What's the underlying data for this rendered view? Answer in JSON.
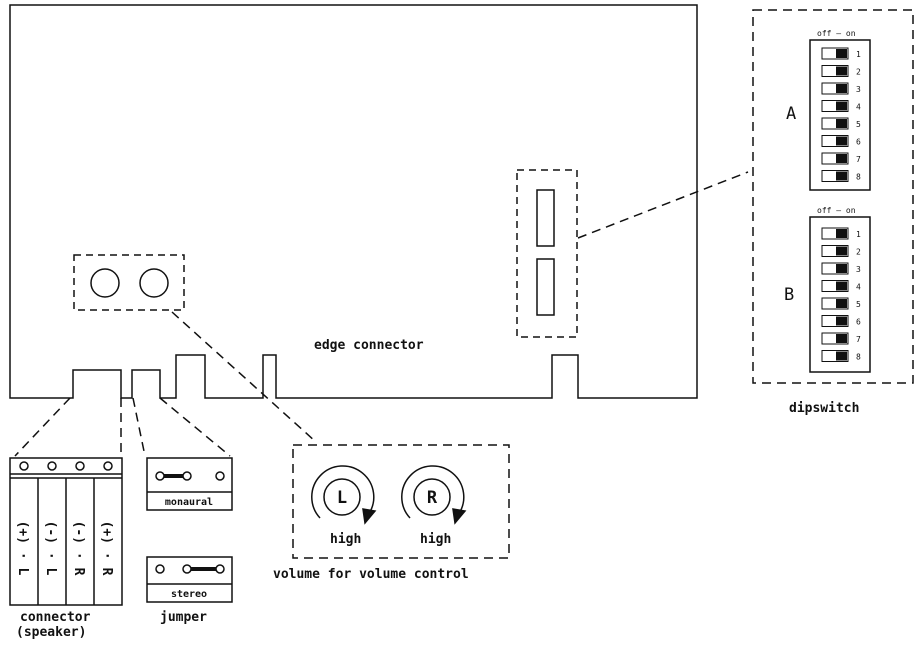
{
  "labels": {
    "edge_connector": "edge connector",
    "dipswitch": "dipswitch",
    "bank_a": "A",
    "bank_b": "B",
    "off_on": "off — on",
    "volume_caption": "volume for volume control",
    "knob_left": "L",
    "knob_right": "R",
    "high_left": "high",
    "high_right": "high",
    "connector_line1": "connector",
    "connector_line2": "(speaker)",
    "jumper": "jumper",
    "monaural": "monaural",
    "stereo": "stereo",
    "terminal_1": "(+) · L",
    "terminal_2": "(-) · L",
    "terminal_3": "(-) · R",
    "terminal_4": "(+) · R"
  },
  "dipswitch": {
    "bank_a_numbers": [
      "1",
      "2",
      "3",
      "4",
      "5",
      "6",
      "7",
      "8"
    ],
    "bank_b_numbers": [
      "1",
      "2",
      "3",
      "4",
      "5",
      "6",
      "7",
      "8"
    ]
  },
  "colors": {
    "ink": "#111111",
    "paper": "#ffffff"
  }
}
